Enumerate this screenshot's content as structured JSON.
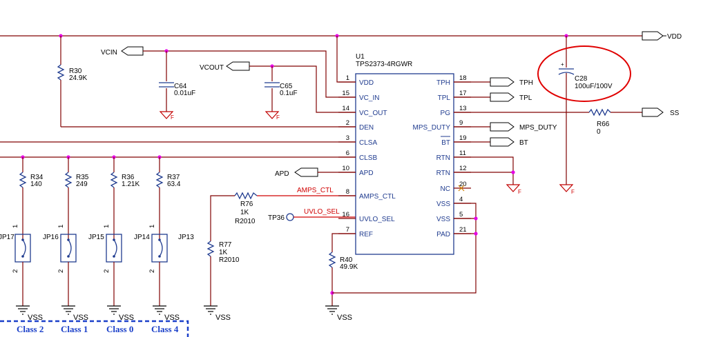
{
  "power": {
    "vdd": "VDD",
    "vcin": "VCIN",
    "vcout": "VCOUT",
    "apd": "APD",
    "ss": "SS",
    "tph": "TPH",
    "tpl": "TPL",
    "mps_duty": "MPS_DUTY",
    "bt": "BT",
    "f": "F"
  },
  "ic": {
    "ref": "U1",
    "part": "TPS2373-4RGWR"
  },
  "ic_left_pins": [
    {
      "num": "1",
      "name": "VDD"
    },
    {
      "num": "15",
      "name": "VC_IN"
    },
    {
      "num": "14",
      "name": "VC_OUT"
    },
    {
      "num": "2",
      "name": "DEN"
    },
    {
      "num": "3",
      "name": "CLSA"
    },
    {
      "num": "6",
      "name": "CLSB"
    },
    {
      "num": "10",
      "name": "APD"
    },
    {
      "num": "8",
      "name": "AMPS_CTL"
    },
    {
      "num": "16",
      "name": "UVLO_SEL"
    },
    {
      "num": "7",
      "name": "REF"
    }
  ],
  "ic_right_pins": [
    {
      "num": "18",
      "name": "TPH"
    },
    {
      "num": "17",
      "name": "TPL"
    },
    {
      "num": "13",
      "name": "PG"
    },
    {
      "num": "9",
      "name": "MPS_DUTY"
    },
    {
      "num": "19",
      "name": "BT"
    },
    {
      "num": "11",
      "name": "RTN"
    },
    {
      "num": "12",
      "name": "RTN"
    },
    {
      "num": "20",
      "name": "NC"
    },
    {
      "num": "4",
      "name": "VSS"
    },
    {
      "num": "5",
      "name": "VSS"
    },
    {
      "num": "21",
      "name": "PAD"
    }
  ],
  "components": {
    "r30": {
      "ref": "R30",
      "value": "24.9K"
    },
    "c64": {
      "ref": "C64",
      "value": "0.01uF"
    },
    "c65": {
      "ref": "C65",
      "value": "0.1uF"
    },
    "c28": {
      "ref": "C28",
      "value": "100uF/100V",
      "plus": "+"
    },
    "r66": {
      "ref": "R66",
      "value": "0"
    },
    "r34": {
      "ref": "R34",
      "value": "140"
    },
    "r35": {
      "ref": "R35",
      "value": "249"
    },
    "r36": {
      "ref": "R36",
      "value": "1.21K"
    },
    "r37": {
      "ref": "R37",
      "value": "63.4"
    },
    "r76": {
      "ref": "R76",
      "value": "1K",
      "pkg": "R2010"
    },
    "r77": {
      "ref": "R77",
      "value": "1K",
      "pkg": "R2010"
    },
    "r40": {
      "ref": "R40",
      "value": "49.9K"
    },
    "tp36": {
      "ref": "TP36"
    }
  },
  "jumpers": [
    {
      "ref": "JP17",
      "pin1": "1",
      "pin2": "2"
    },
    {
      "ref": "JP16",
      "pin1": "1",
      "pin2": "2"
    },
    {
      "ref": "JP15",
      "pin1": "1",
      "pin2": "2"
    },
    {
      "ref": "JP14",
      "pin1": "1",
      "pin2": "2"
    },
    {
      "ref": "JP13",
      "pin1": "1",
      "pin2": "2"
    }
  ],
  "nets": {
    "amps_ctl": "AMPS_CTL",
    "uvlo_sel": "UVLO_SEL"
  },
  "vss_labels": [
    "VSS",
    "VSS",
    "VSS",
    "VSS",
    "VSS",
    "VSS"
  ],
  "classes": [
    "Class 2",
    "Class 1",
    "Class 0",
    "Class 4"
  ]
}
